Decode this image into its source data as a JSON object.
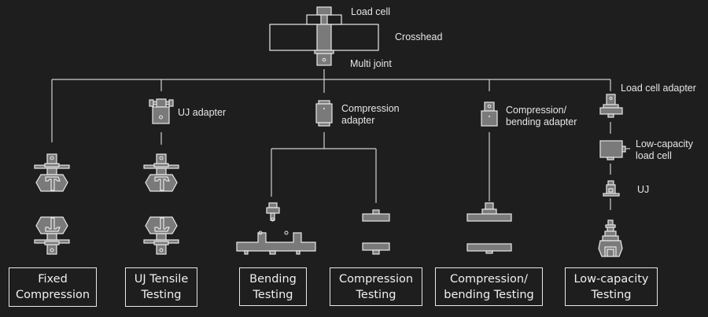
{
  "colors": {
    "background": "#1e1e1e",
    "line": "#d8d8d8",
    "part_fill": "#7a7a7a",
    "part_stroke": "#e8e8e8",
    "text": "#e6e6e6"
  },
  "top_assembly": {
    "load_cell": "Load cell",
    "crosshead": "Crosshead",
    "multi_joint": "Multi joint"
  },
  "adapters": {
    "uj_adapter": "UJ adapter",
    "compression_adapter": [
      "Compression",
      "adapter"
    ],
    "compression_bending_adapter": [
      "Compression/",
      "bending adapter"
    ],
    "load_cell_adapter": "Load cell adapter",
    "low_capacity_load_cell": [
      "Low-capacity",
      "load cell"
    ],
    "uj": "UJ"
  },
  "tests": [
    {
      "id": "fixed-compression",
      "lines": [
        "Fixed",
        "Compression"
      ]
    },
    {
      "id": "uj-tensile-testing",
      "lines": [
        "UJ Tensile",
        "Testing"
      ]
    },
    {
      "id": "bending-testing",
      "lines": [
        "Bending",
        "Testing"
      ]
    },
    {
      "id": "compression-testing",
      "lines": [
        "Compression",
        "Testing"
      ]
    },
    {
      "id": "compression-bending-testing",
      "lines": [
        "Compression/",
        "bending Testing"
      ]
    },
    {
      "id": "low-capacity-testing",
      "lines": [
        "Low-capacity",
        "Testing"
      ]
    }
  ]
}
